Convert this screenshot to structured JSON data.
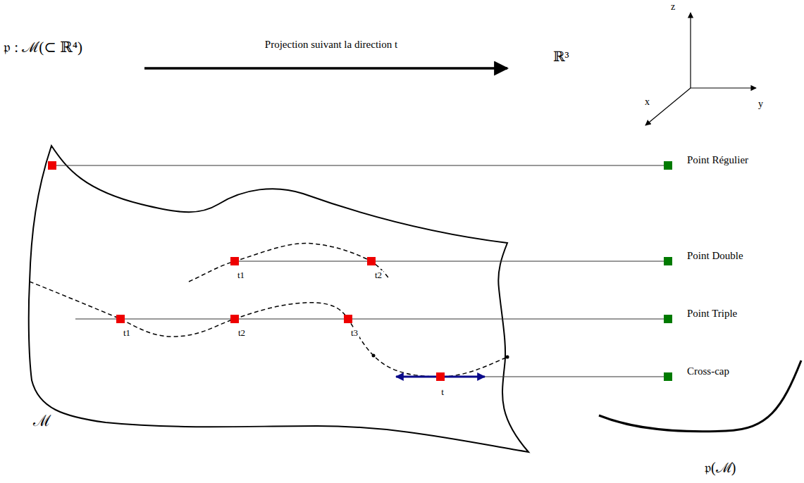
{
  "diagram": {
    "labels": [
      "𝔭 : ℳ(⊂ ℝ⁴)",
      "Projection suivant la direction t",
      "ℝ³",
      "z",
      "x",
      "y",
      "Point Régulier",
      "Point Double",
      "t1",
      "t2",
      "Point Triple",
      "t1",
      "t2",
      "t3",
      "Cross-cap",
      "t",
      "ℳ",
      "𝔭(ℳ)"
    ]
  }
}
